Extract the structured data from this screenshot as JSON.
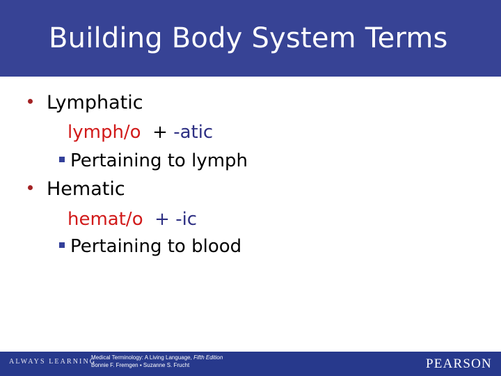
{
  "slide": {
    "title": "Building Body System Terms",
    "colors": {
      "header_blue": "#374395",
      "footer_blue": "#27398c",
      "word_root_red": "#d11a1a",
      "suffix_navy": "#2d2f83",
      "bullet_dot_red": "#a32224",
      "bullet_square_navy": "#33409a",
      "body_text_black": "#000000",
      "title_white": "#ffffff"
    }
  },
  "content": {
    "terms": [
      {
        "term": "Lymphatic",
        "breakdown": {
          "root": "lymph/o",
          "operator": "+",
          "operator_color": "black",
          "suffix": "-atic"
        },
        "definition": "Pertaining to lymph"
      },
      {
        "term": "Hematic",
        "breakdown": {
          "root": "hemat/o",
          "operator": "+",
          "operator_color": "navy",
          "suffix": "-ic"
        },
        "definition": "Pertaining to blood"
      }
    ]
  },
  "footer": {
    "tagline": "ALWAYS LEARNING",
    "citation_title": "Medical Terminology: A Living Language,",
    "citation_edition": "Fifth Edition",
    "citation_authors_first": "Bonnie F. Fremgen",
    "citation_separator": "▪",
    "citation_authors_second": "Suzanne S. Frucht",
    "brand": "PEARSON"
  }
}
